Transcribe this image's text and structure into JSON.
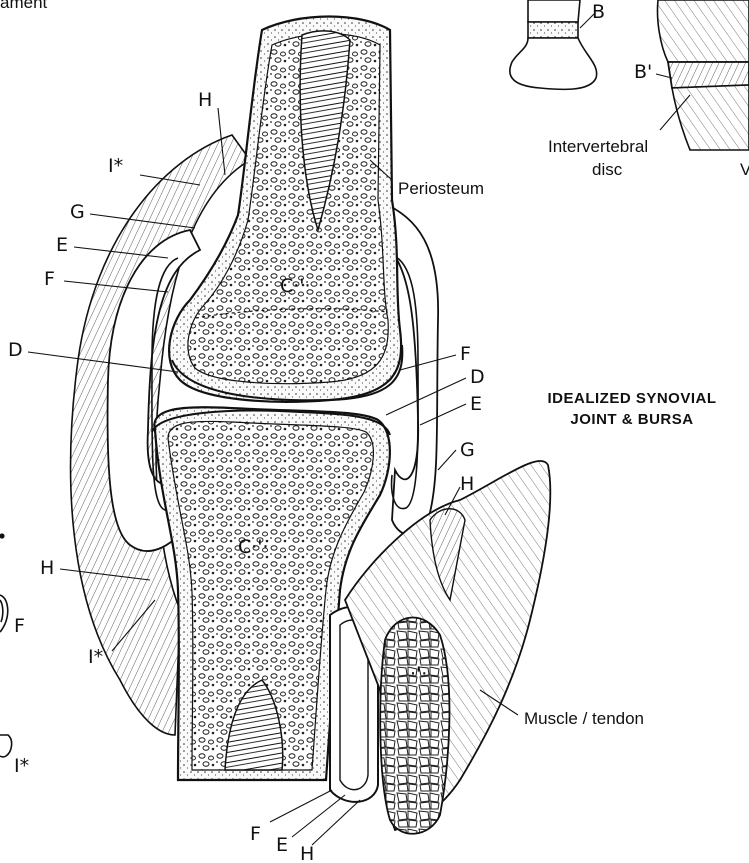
{
  "labels": {
    "ament": "ament",
    "b": "B",
    "b_prime": "B'",
    "intervertebral_line1": "Intervertebral",
    "intervertebral_line2": "disc",
    "v_partial": "V",
    "periosteum": "Periosteum",
    "h_top": "H",
    "i_star_top": "I*",
    "g_left": "G",
    "e_left": "E",
    "f_left": "F",
    "c_top": "C·'·",
    "d_left": "D",
    "f_right": "F",
    "d_right": "D",
    "e_right": "E",
    "g_right": "G",
    "h_right": "H",
    "c_bottom": "C·'·",
    "h_left": "H",
    "f_margin": "F",
    "i_star_left": "I*",
    "i_star_margin": "I*",
    "muscle_tendon": "Muscle / tendon",
    "f_bottom": "F",
    "e_bottom": "E",
    "h_bottom": "H",
    "muscle_star": "·'·"
  },
  "title": {
    "line1": "IDEALIZED SYNOVIAL",
    "line2": "JOINT & BURSA"
  }
}
